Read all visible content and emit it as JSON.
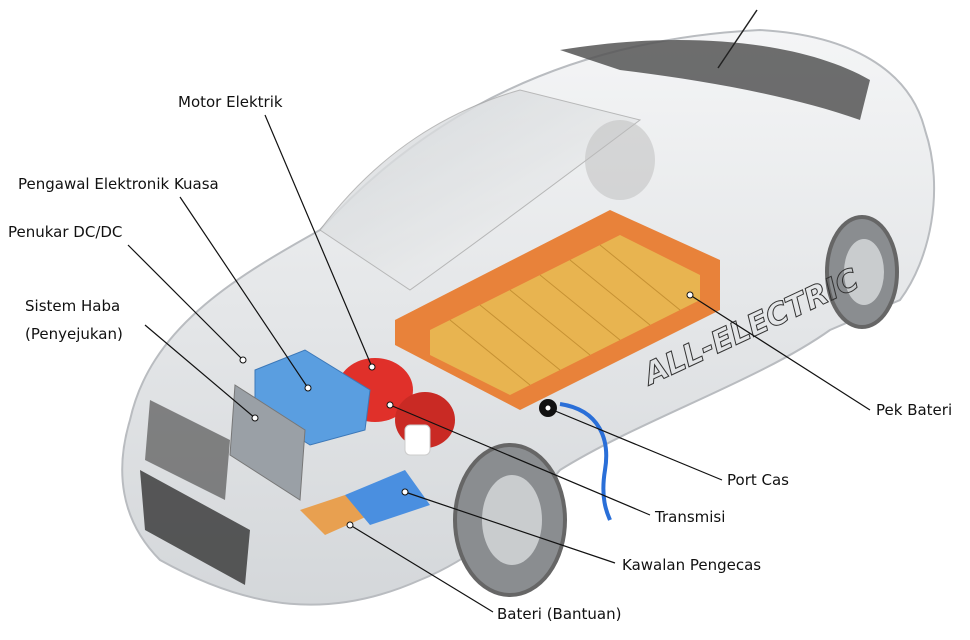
{
  "diagram": {
    "vehicle_badge": "ALL-ELECTRIC",
    "labels": {
      "motor": "Motor Elektrik",
      "power_electronics": "Pengawal Elektronik Kuasa",
      "dcdc": "Penukar DC/DC",
      "thermal_line1": "Sistem Haba",
      "thermal_line2": "(Penyejukan)",
      "battery_pack": "Pek Bateri",
      "charge_port": "Port Cas",
      "transmission": "Transmisi",
      "charger_control": "Kawalan Pengecas",
      "aux_battery": "Bateri (Bantuan)"
    },
    "colors": {
      "battery_orange": "#e8823a",
      "battery_gold": "#e8b450",
      "motor_red": "#e0302a",
      "electronics_blue": "#5a9ee0",
      "charge_cable": "#2a6fd8"
    }
  }
}
